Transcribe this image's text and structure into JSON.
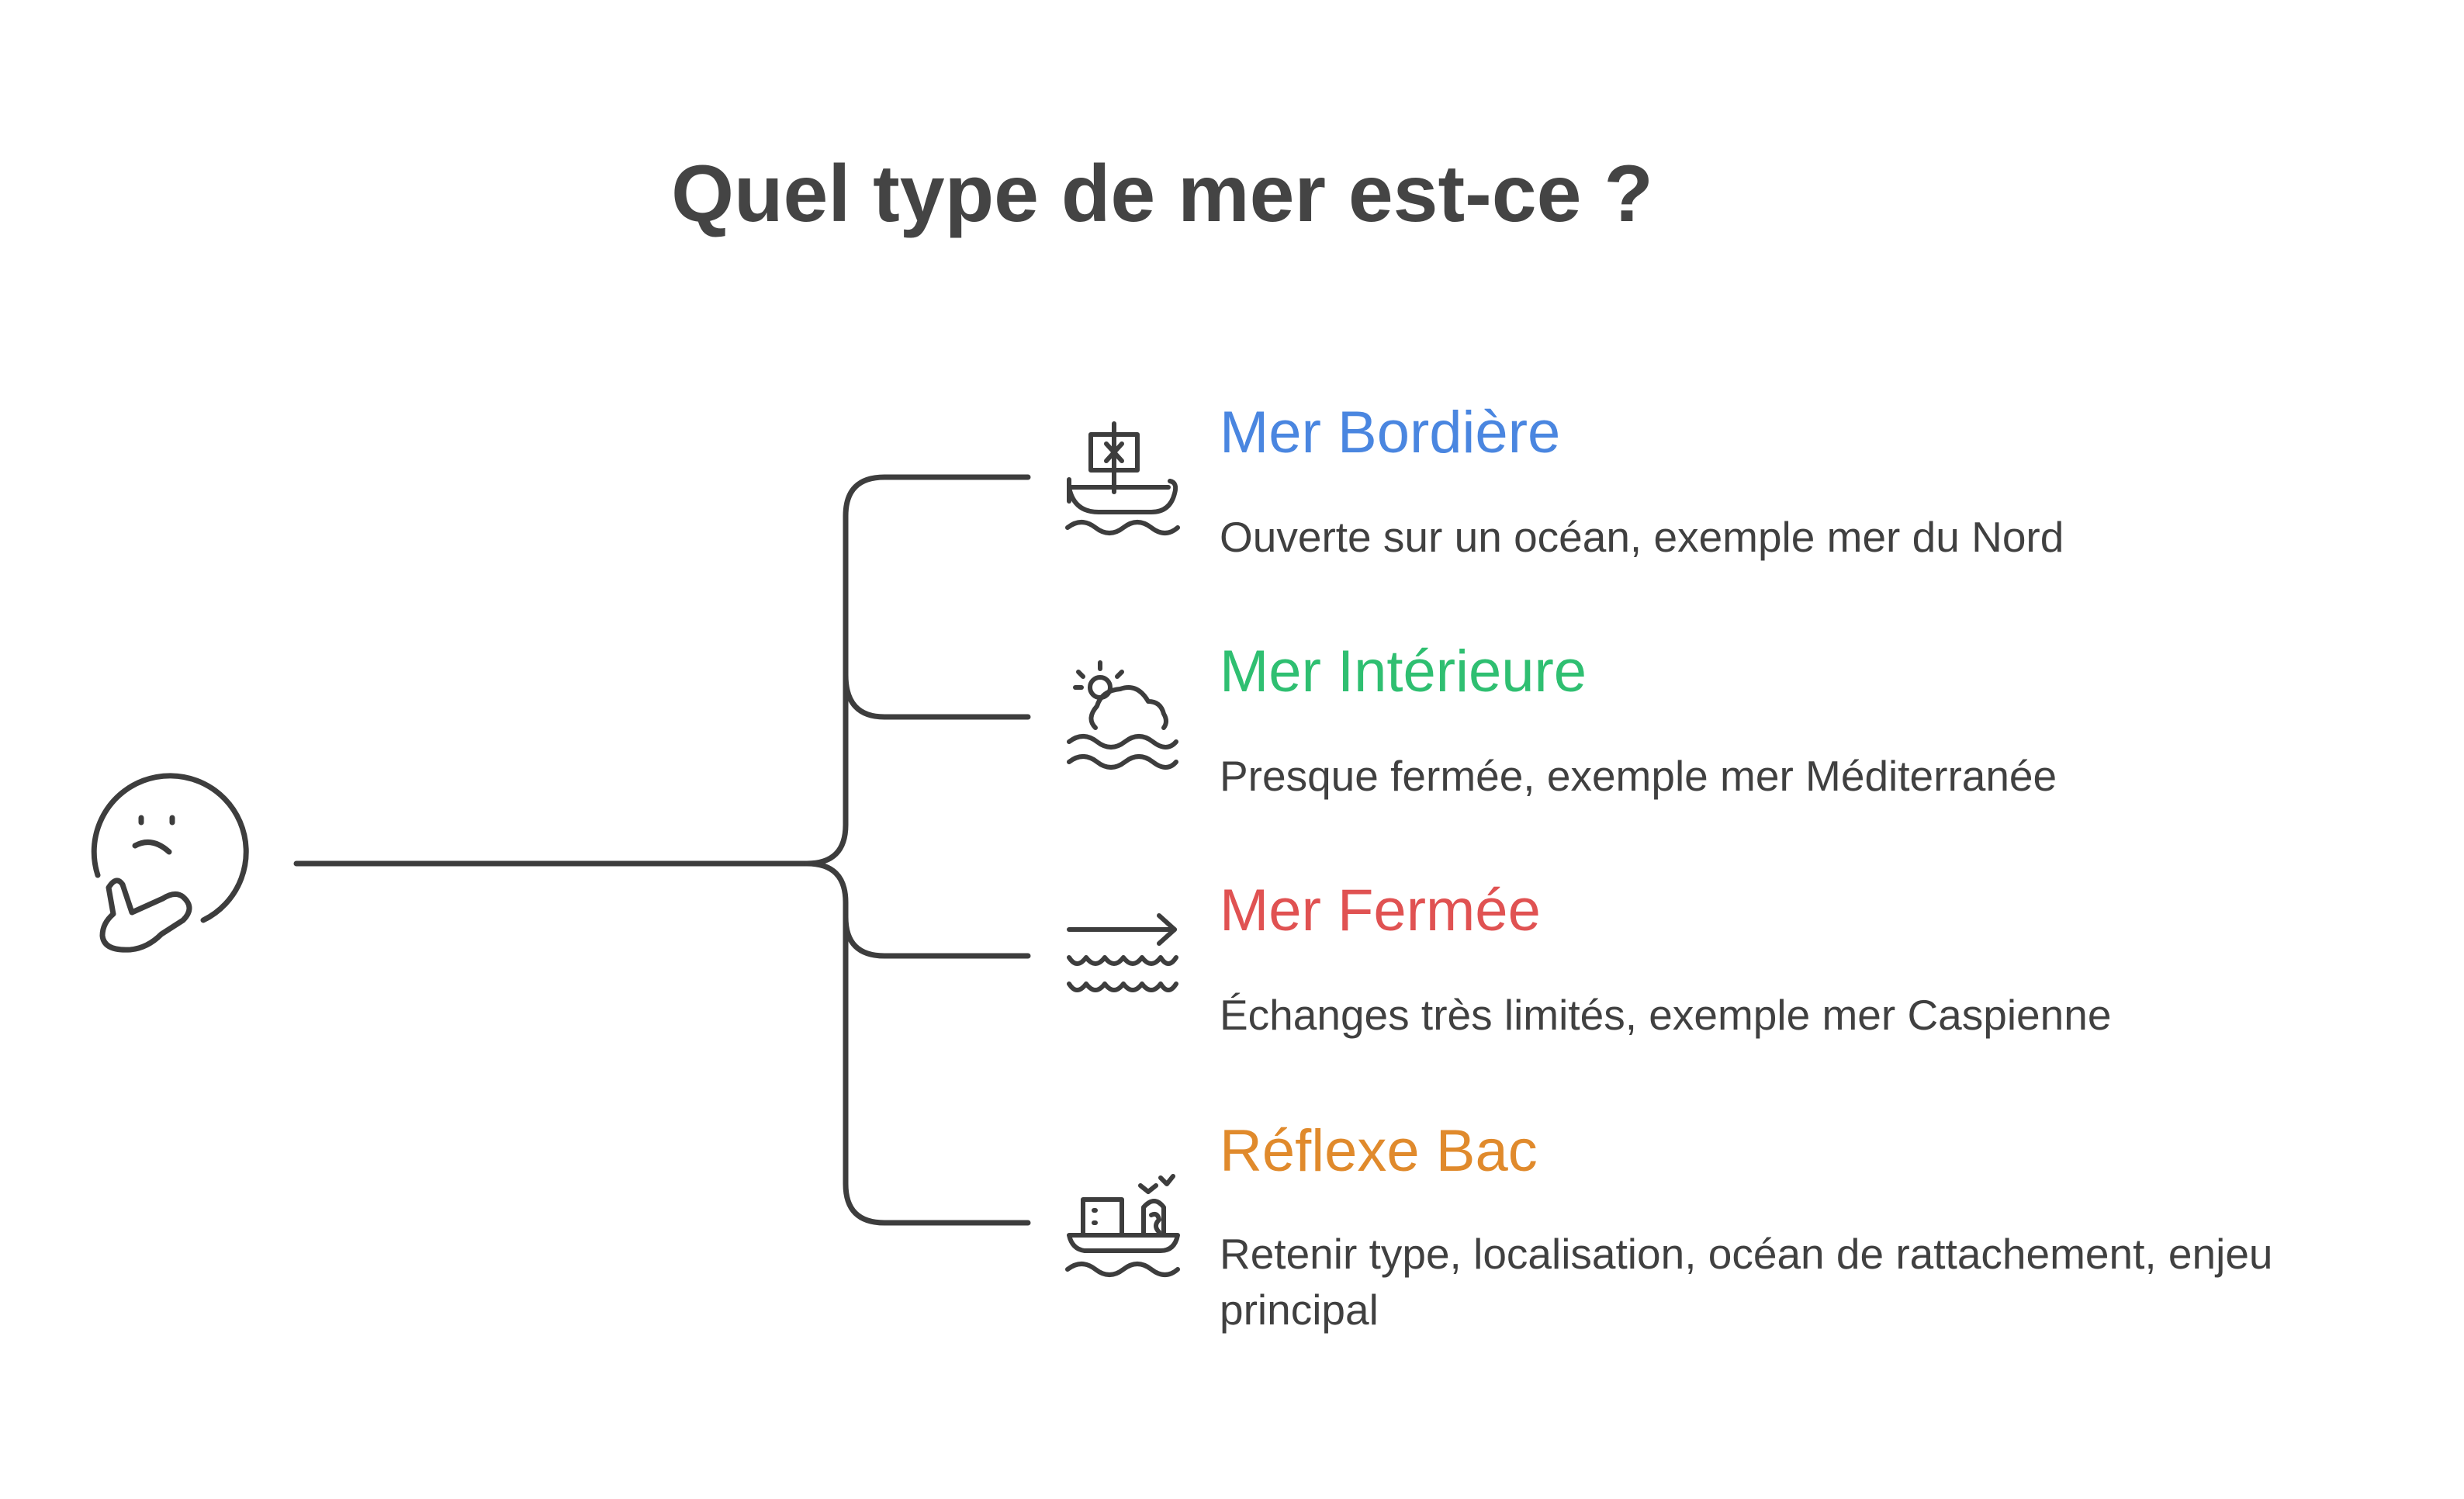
{
  "title": "Quel type de mer est-ce ?",
  "root": {
    "icon": "thinking-face-icon"
  },
  "branches": [
    {
      "title": "Mer Bordière",
      "description": "Ouverte sur un océan, exemple mer du Nord",
      "color": "#4a86e0",
      "icon": "viking-ship-icon"
    },
    {
      "title": "Mer Intérieure",
      "description": "Presque fermée, exemple mer Méditerranée",
      "color": "#2fbf71",
      "icon": "sun-cloud-waves-icon"
    },
    {
      "title": "Mer Fermée",
      "description": "Échanges très limités, exemple mer Caspienne",
      "color": "#e05252",
      "icon": "arrow-waves-icon"
    },
    {
      "title": "Réflexe Bac",
      "description": "Retenir type, localisation, océan de rattachement, enjeu principal",
      "color": "#e08a2c",
      "icon": "cargo-ship-icon"
    }
  ],
  "colors": {
    "line": "#3d3d3d",
    "text": "#404040",
    "title": "#444444"
  }
}
